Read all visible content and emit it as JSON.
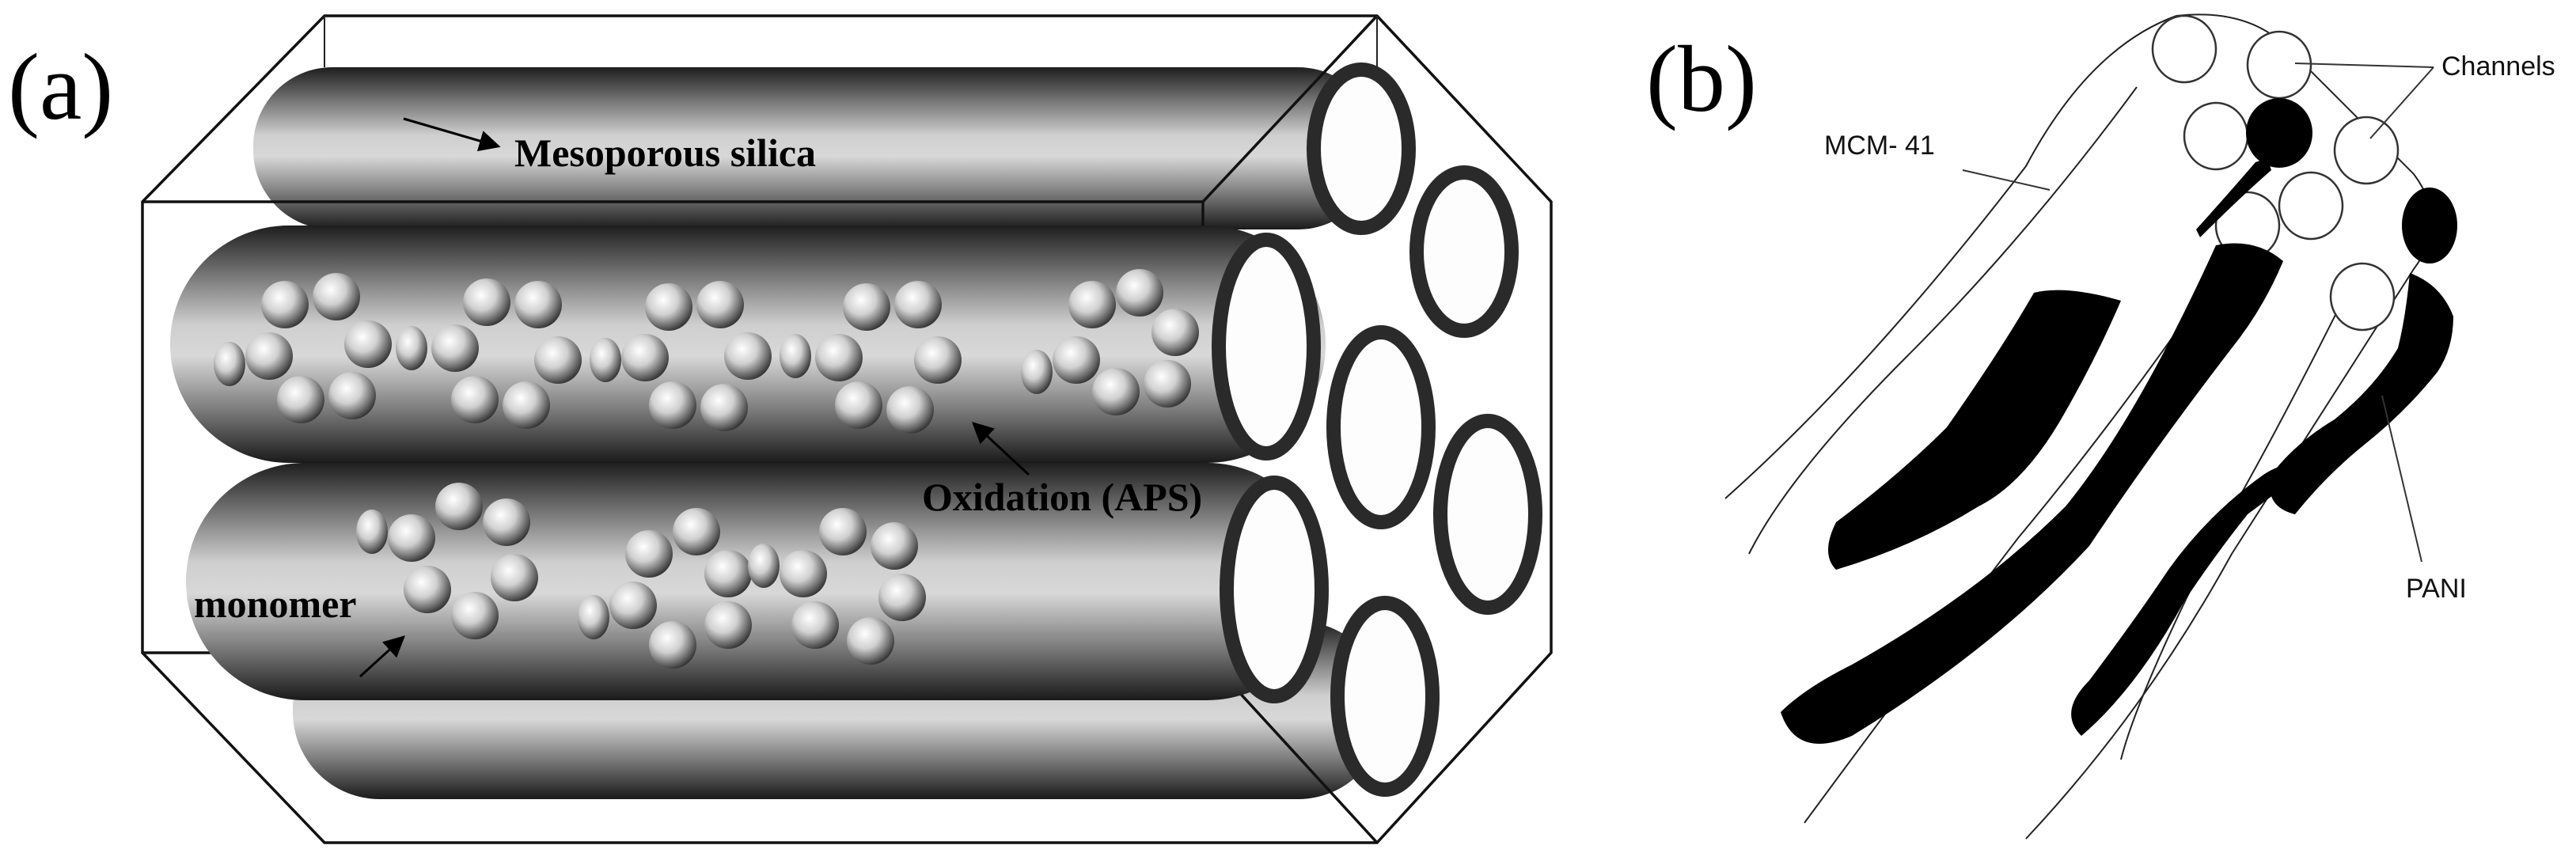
{
  "figure": {
    "panel_a": {
      "label": "(a)",
      "mesoporous_label": "Mesoporous silica",
      "oxidation_label": "Oxidation (APS)",
      "monomer_label": "monomer"
    },
    "panel_b": {
      "label": "(b)",
      "mcm_label": "MCM- 41",
      "channels_label": "Channels",
      "pani_label": "PANI"
    },
    "colors": {
      "tube_dark": "#1e1e1e",
      "tube_light": "#d6d6d6",
      "pani_fill": "#000000",
      "ring_stroke": "#2a2a2a"
    }
  }
}
